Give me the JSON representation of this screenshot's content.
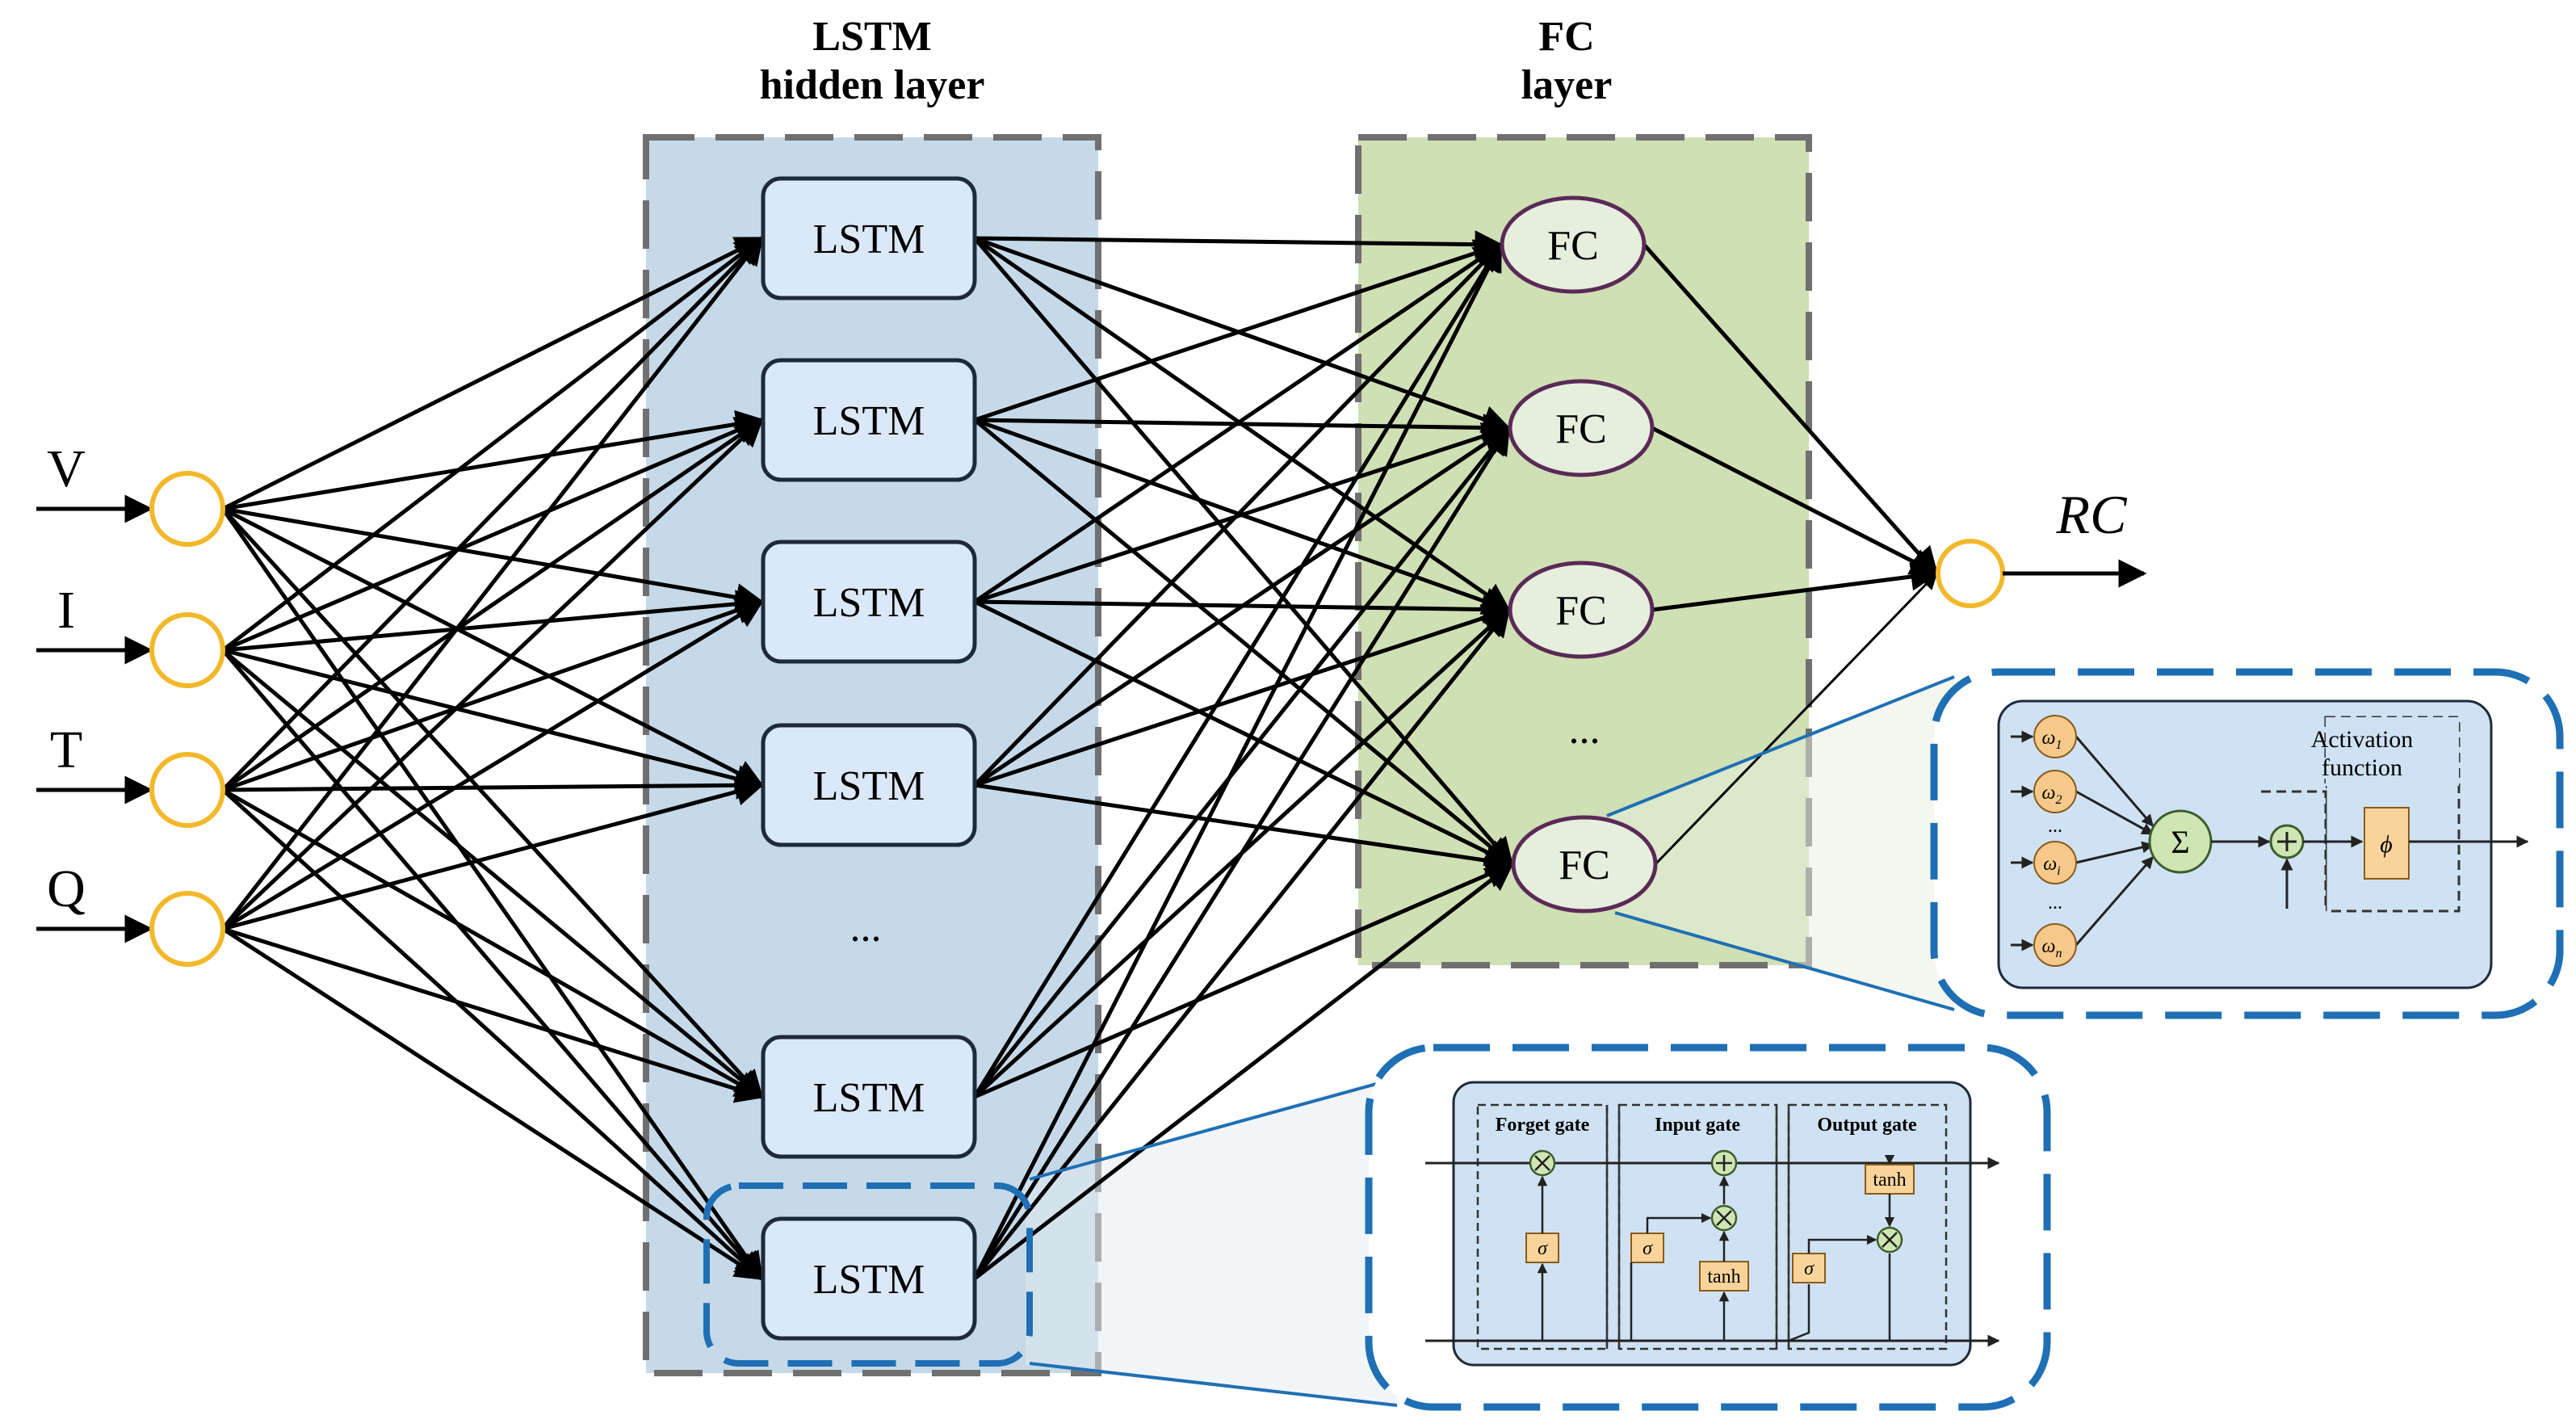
{
  "titles": {
    "lstm_line1": "LSTM",
    "lstm_line2": "hidden layer",
    "fc_line1": "FC",
    "fc_line2": "layer"
  },
  "inputs": [
    "V",
    "I",
    "T",
    "Q"
  ],
  "lstm_nodes": [
    "LSTM",
    "LSTM",
    "LSTM",
    "LSTM",
    "LSTM",
    "LSTM"
  ],
  "lstm_ellipsis": "...",
  "fc_nodes": [
    "FC",
    "FC",
    "FC",
    "FC"
  ],
  "fc_ellipsis": "...",
  "output_label": "RC",
  "neuron_detail": {
    "weights": [
      "ω",
      "ω",
      "ω",
      "ω"
    ],
    "weight_subscripts": [
      "1",
      "2",
      "i",
      "n"
    ],
    "ellipsis": [
      "...",
      "..."
    ],
    "sum_symbol": "Σ",
    "activation_label_line1": "Activation",
    "activation_label_line2": "function",
    "phi": "ϕ"
  },
  "lstm_cell_detail": {
    "forget_gate": "Forget gate",
    "input_gate": "Input gate",
    "output_gate": "Output gate",
    "sigma": "σ",
    "tanh": "tanh"
  },
  "colors": {
    "lstm_panel": "#c5d9e8",
    "fc_panel": "#cfe0b4",
    "lstm_box": "#dbe8f7",
    "fc_node": "#e6eedd",
    "fc_node_stroke": "#5a2a57",
    "input_circle": "#f3b82a",
    "dashed_blue": "#1f6fb4",
    "detail_bg": "#cfe2f3",
    "gate_box": "#f9d49a",
    "weight_circle": "#f6c98a",
    "sum_circle": "#cfe6b4"
  }
}
